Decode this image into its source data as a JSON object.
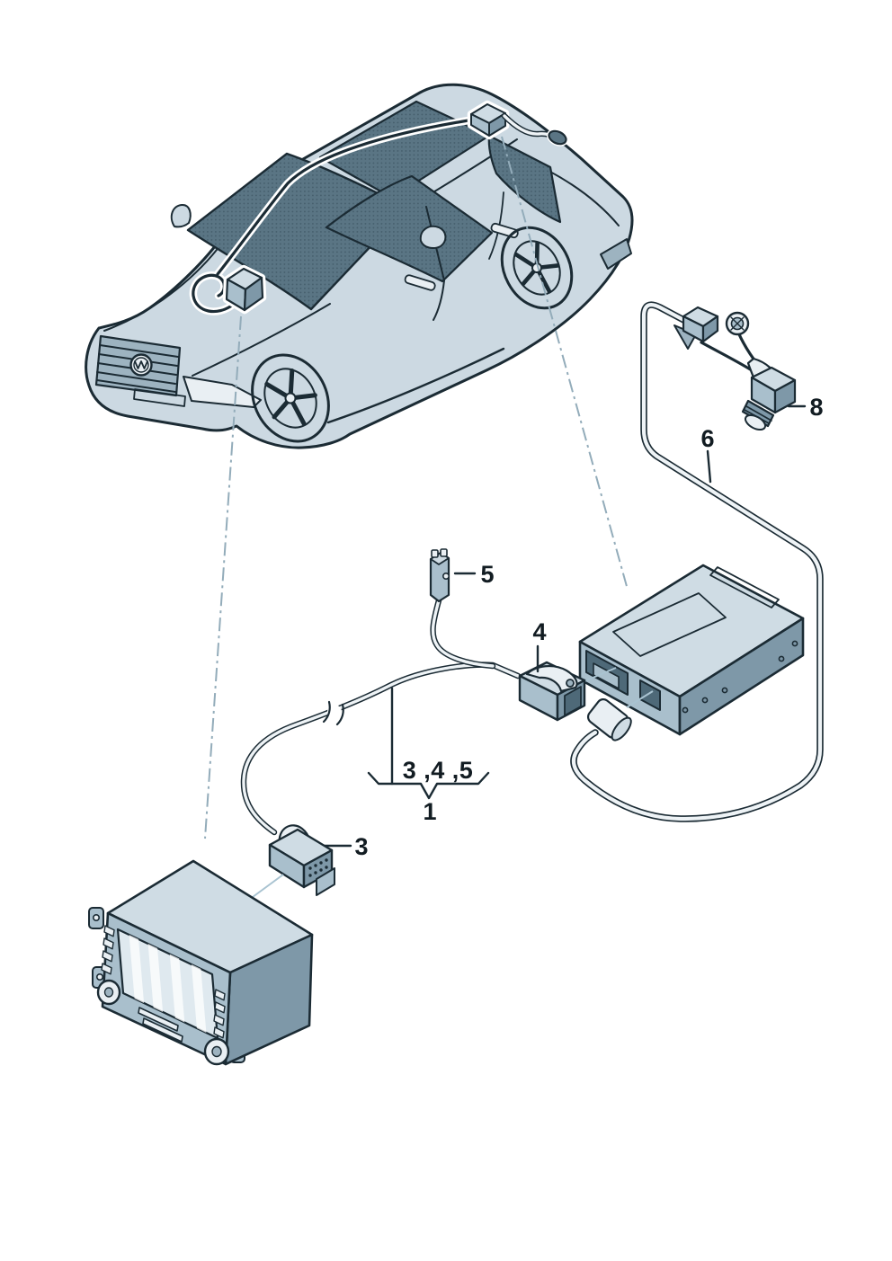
{
  "figure": {
    "type": "vehicle-parts-diagram",
    "vehicle": "sedan-isometric"
  },
  "callouts": {
    "group": {
      "items_label": "3 ,4 ,5",
      "group_label": "1"
    },
    "head_unit_connector": "3",
    "tuner_connector": "4",
    "antenna_connector": "5",
    "camera_cable": "6",
    "camera": "8"
  },
  "colors": {
    "background": "#ffffff",
    "outline": "#1b2b34",
    "label": "#121c22",
    "body": "#ccd9e2",
    "body_hi": "#e9eff3",
    "body_sh": "#9db3c0",
    "glass": "#5a7584",
    "box_top": "#cfdce4",
    "box_front": "#a9bfcc",
    "box_side": "#7e98a8",
    "slot_dark": "#4e6978",
    "screen": "#dfe9ef",
    "cable": "#eef3f6",
    "cable_shade": "#b7c9d3",
    "leader_dash": "#93acba",
    "leader_thin": "#a9c3d1",
    "tire": "#3a4f5b"
  }
}
